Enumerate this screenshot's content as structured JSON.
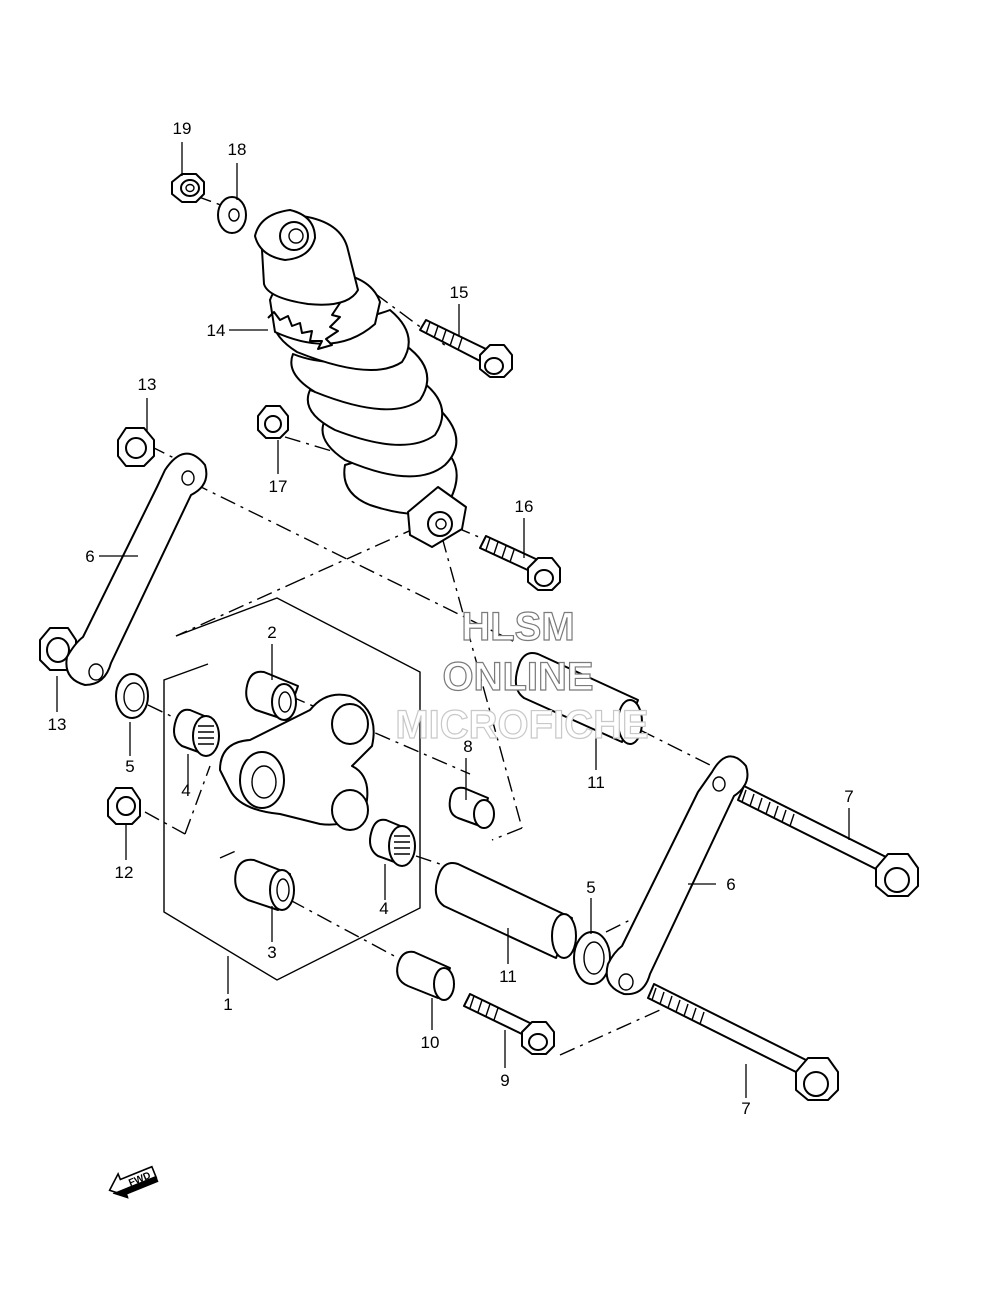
{
  "callouts": [
    "1",
    "2",
    "3",
    "4",
    "4",
    "5",
    "5",
    "6",
    "6",
    "7",
    "7",
    "8",
    "9",
    "10",
    "11",
    "11",
    "12",
    "13",
    "13",
    "14",
    "15",
    "16",
    "17",
    "18",
    "19"
  ],
  "watermark": {
    "line1": "HLSM",
    "line2": "ONLINE",
    "line3": "MICROFICHE"
  },
  "fwd_label": "FWD"
}
